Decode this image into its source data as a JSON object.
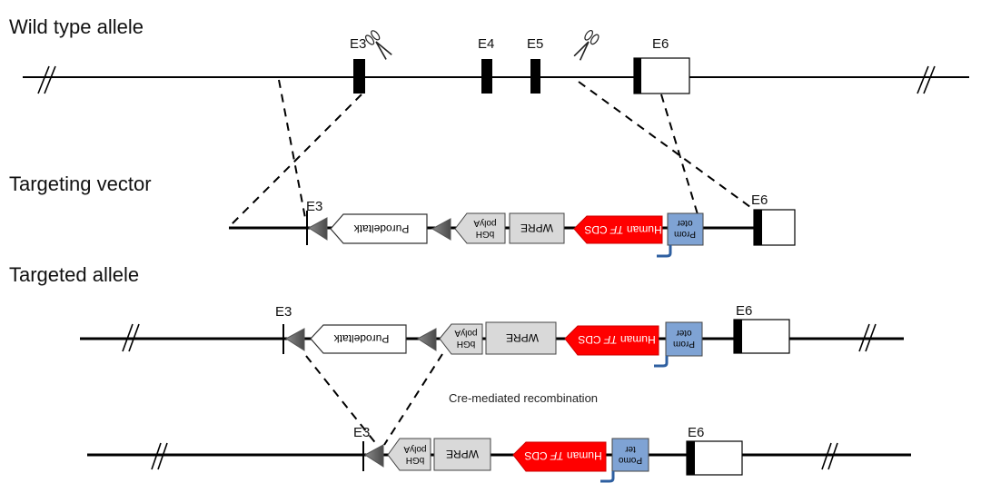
{
  "title": "Gene targeting strategy diagram",
  "rows": {
    "wild_type": {
      "label": "Wild type allele"
    },
    "targeting_vector": {
      "label": "Targeting vector"
    },
    "targeted_allele": {
      "label": "Targeted allele"
    },
    "recombined": {
      "label": ""
    }
  },
  "exons": {
    "e3": "E3",
    "e4": "E4",
    "e5": "E5",
    "e6": "E6"
  },
  "elements": {
    "purodeltatk": "Purodeltatk",
    "bgh_line1": "bGH",
    "bgh_line2": "polyA",
    "wpre": "WPRE",
    "human_tf_cds_prefix": "Human ",
    "human_tf_cds_italic": "TF",
    "human_tf_cds_suffix": " CDS",
    "promoter_line1": "Prom",
    "promoter_line2": "oter",
    "promoter_alt_line1": "Pomo",
    "promoter_alt_line2": "ter"
  },
  "annotations": {
    "cre": "Cre-mediated recombination"
  },
  "colors": {
    "line": "#000000",
    "cds": "#ff0000",
    "promoter": "#7fa3d4",
    "promoter_arrow": "#2e5fa0",
    "box_gray": "#d9d9d9",
    "loxp": "#6b6b6b"
  }
}
